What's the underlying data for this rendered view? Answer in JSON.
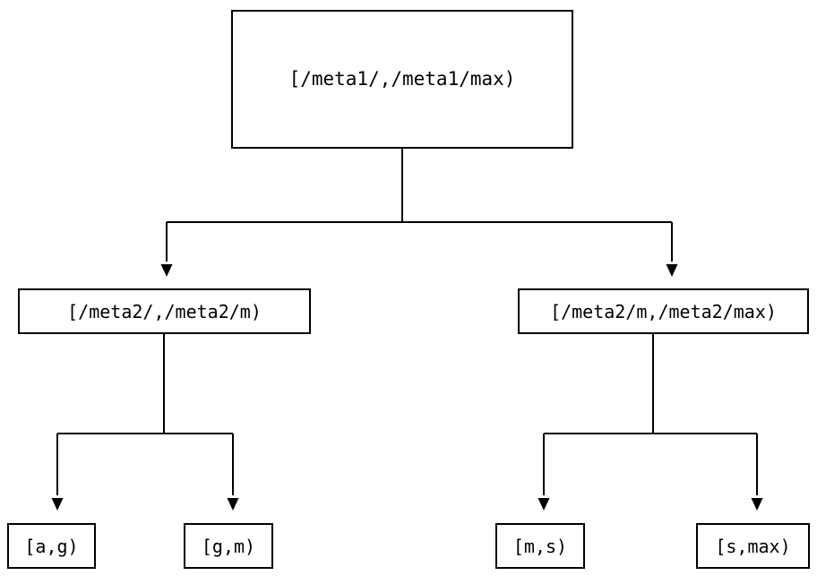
{
  "diagram": {
    "type": "tree",
    "orientation": "top-down",
    "background_color": "#ffffff",
    "stroke_color": "#000000",
    "text_color": "#000000",
    "nodes": {
      "root": {
        "label": "[/meta1/,/meta1/max)",
        "level": 0
      },
      "meta2_low": {
        "label": "[/meta2/,/meta2/m)",
        "level": 1
      },
      "meta2_high": {
        "label": "[/meta2/m,/meta2/max)",
        "level": 1
      },
      "leaf_ag": {
        "label": "[a,g)",
        "level": 2
      },
      "leaf_gm": {
        "label": "[g,m)",
        "level": 2
      },
      "leaf_ms": {
        "label": "[m,s)",
        "level": 2
      },
      "leaf_smax": {
        "label": "[s,max)",
        "level": 2
      }
    },
    "edges": [
      {
        "from": "root",
        "to": "meta2_low",
        "arrow": "filled-triangle-down"
      },
      {
        "from": "root",
        "to": "meta2_high",
        "arrow": "filled-triangle-down"
      },
      {
        "from": "meta2_low",
        "to": "leaf_ag",
        "arrow": "filled-triangle-down"
      },
      {
        "from": "meta2_low",
        "to": "leaf_gm",
        "arrow": "filled-triangle-down"
      },
      {
        "from": "meta2_high",
        "to": "leaf_ms",
        "arrow": "filled-triangle-down"
      },
      {
        "from": "meta2_high",
        "to": "leaf_smax",
        "arrow": "filled-triangle-down"
      }
    ]
  }
}
